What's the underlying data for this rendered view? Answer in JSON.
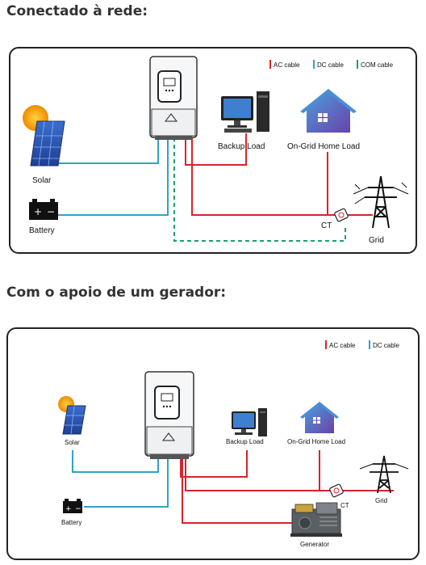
{
  "sections": [
    {
      "heading": "Conectado à rede:",
      "legend": [
        "AC cable",
        "DC cable",
        "COM cable"
      ],
      "labels": {
        "solar": "Solar",
        "battery": "Battery",
        "backup_load": "Backup Load",
        "home_load": "On-Grid Home Load",
        "ct": "CT",
        "grid": "Grid"
      }
    },
    {
      "heading": "Com o apoio de um gerador:",
      "legend": [
        "AC cable",
        "DC cable"
      ],
      "labels": {
        "solar": "Solar",
        "battery": "Battery",
        "backup_load": "Backup Load",
        "home_load": "On-Grid Home Load",
        "ct": "CT",
        "grid": "Grid",
        "generator": "Generator"
      }
    }
  ],
  "colors": {
    "ac": "#d9232d",
    "dc": "#2fa3c7",
    "com": "#1f9e6e"
  }
}
